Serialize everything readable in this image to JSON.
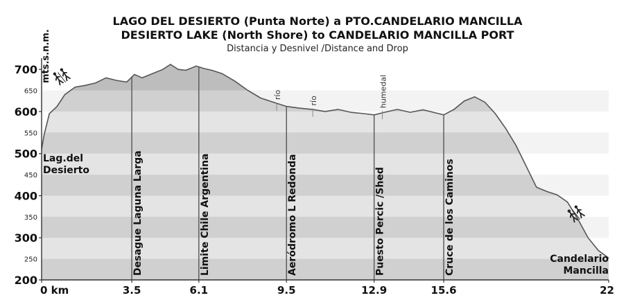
{
  "chart_data": {
    "type": "area",
    "title_es": "LAGO DEL DESIERTO (Punta Norte) a PTO.CANDELARIO MANCILLA",
    "title_en": "DESIERTO LAKE (North Shore) to CANDELARIO MANCILLA PORT",
    "subtitle": "Distancia y Desnivel /Distance and Drop",
    "ylabel": "mts.s.n.m.",
    "ylim": [
      200,
      720
    ],
    "xlim": [
      0,
      22
    ],
    "y_major_ticks": [
      200,
      300,
      400,
      500,
      600,
      700
    ],
    "y_minor_ticks": [
      250,
      350,
      450,
      550,
      650
    ],
    "x_ticks": [
      {
        "value": 0,
        "label": "0 km"
      },
      {
        "value": 3.5,
        "label": "3.5"
      },
      {
        "value": 6.1,
        "label": "6.1"
      },
      {
        "value": 9.5,
        "label": "9.5"
      },
      {
        "value": 12.9,
        "label": "12.9"
      },
      {
        "value": 15.6,
        "label": "15.6"
      },
      {
        "value": 22,
        "label": "22"
      }
    ],
    "profile": [
      [
        0.0,
        510
      ],
      [
        0.1,
        545
      ],
      [
        0.3,
        595
      ],
      [
        0.6,
        612
      ],
      [
        0.9,
        640
      ],
      [
        1.3,
        658
      ],
      [
        1.7,
        662
      ],
      [
        2.1,
        668
      ],
      [
        2.5,
        680
      ],
      [
        2.9,
        674
      ],
      [
        3.3,
        670
      ],
      [
        3.6,
        688
      ],
      [
        3.9,
        680
      ],
      [
        4.3,
        690
      ],
      [
        4.7,
        700
      ],
      [
        5.0,
        712
      ],
      [
        5.3,
        700
      ],
      [
        5.6,
        698
      ],
      [
        6.0,
        708
      ],
      [
        6.3,
        702
      ],
      [
        6.6,
        698
      ],
      [
        7.0,
        690
      ],
      [
        7.5,
        672
      ],
      [
        8.0,
        650
      ],
      [
        8.5,
        632
      ],
      [
        9.0,
        622
      ],
      [
        9.5,
        612
      ],
      [
        10.0,
        608
      ],
      [
        10.5,
        605
      ],
      [
        11.0,
        600
      ],
      [
        11.5,
        605
      ],
      [
        12.0,
        598
      ],
      [
        12.5,
        595
      ],
      [
        12.9,
        592
      ],
      [
        13.3,
        598
      ],
      [
        13.8,
        605
      ],
      [
        14.3,
        598
      ],
      [
        14.8,
        604
      ],
      [
        15.2,
        598
      ],
      [
        15.6,
        592
      ],
      [
        16.0,
        605
      ],
      [
        16.4,
        625
      ],
      [
        16.8,
        635
      ],
      [
        17.2,
        622
      ],
      [
        17.6,
        595
      ],
      [
        18.0,
        560
      ],
      [
        18.4,
        520
      ],
      [
        18.8,
        470
      ],
      [
        19.2,
        420
      ],
      [
        19.6,
        410
      ],
      [
        20.0,
        402
      ],
      [
        20.4,
        385
      ],
      [
        20.8,
        345
      ],
      [
        21.2,
        300
      ],
      [
        21.6,
        270
      ],
      [
        22.0,
        252
      ]
    ],
    "waypoints": [
      {
        "km": 3.5,
        "label": "Desague Laguna Larga"
      },
      {
        "km": 6.1,
        "label": "Limite Chile Argentina"
      },
      {
        "km": 9.5,
        "label": "Aeródromo L Redonda"
      },
      {
        "km": 12.9,
        "label": "Puesto Percic /Shed"
      },
      {
        "km": 15.6,
        "label": "Cruce de los Caminos"
      }
    ],
    "features": [
      {
        "km": 9.2,
        "label": "río"
      },
      {
        "km": 10.6,
        "label": "río"
      },
      {
        "km": 13.3,
        "label": "humedal"
      }
    ],
    "start_label": [
      "Lag.del",
      "Desierto"
    ],
    "end_label": [
      "Candelario",
      "Mancilla"
    ],
    "colors": {
      "fill": "#bdbdbd",
      "band": "#d0d0d0",
      "line": "#555555",
      "background": "#ffffff"
    }
  }
}
